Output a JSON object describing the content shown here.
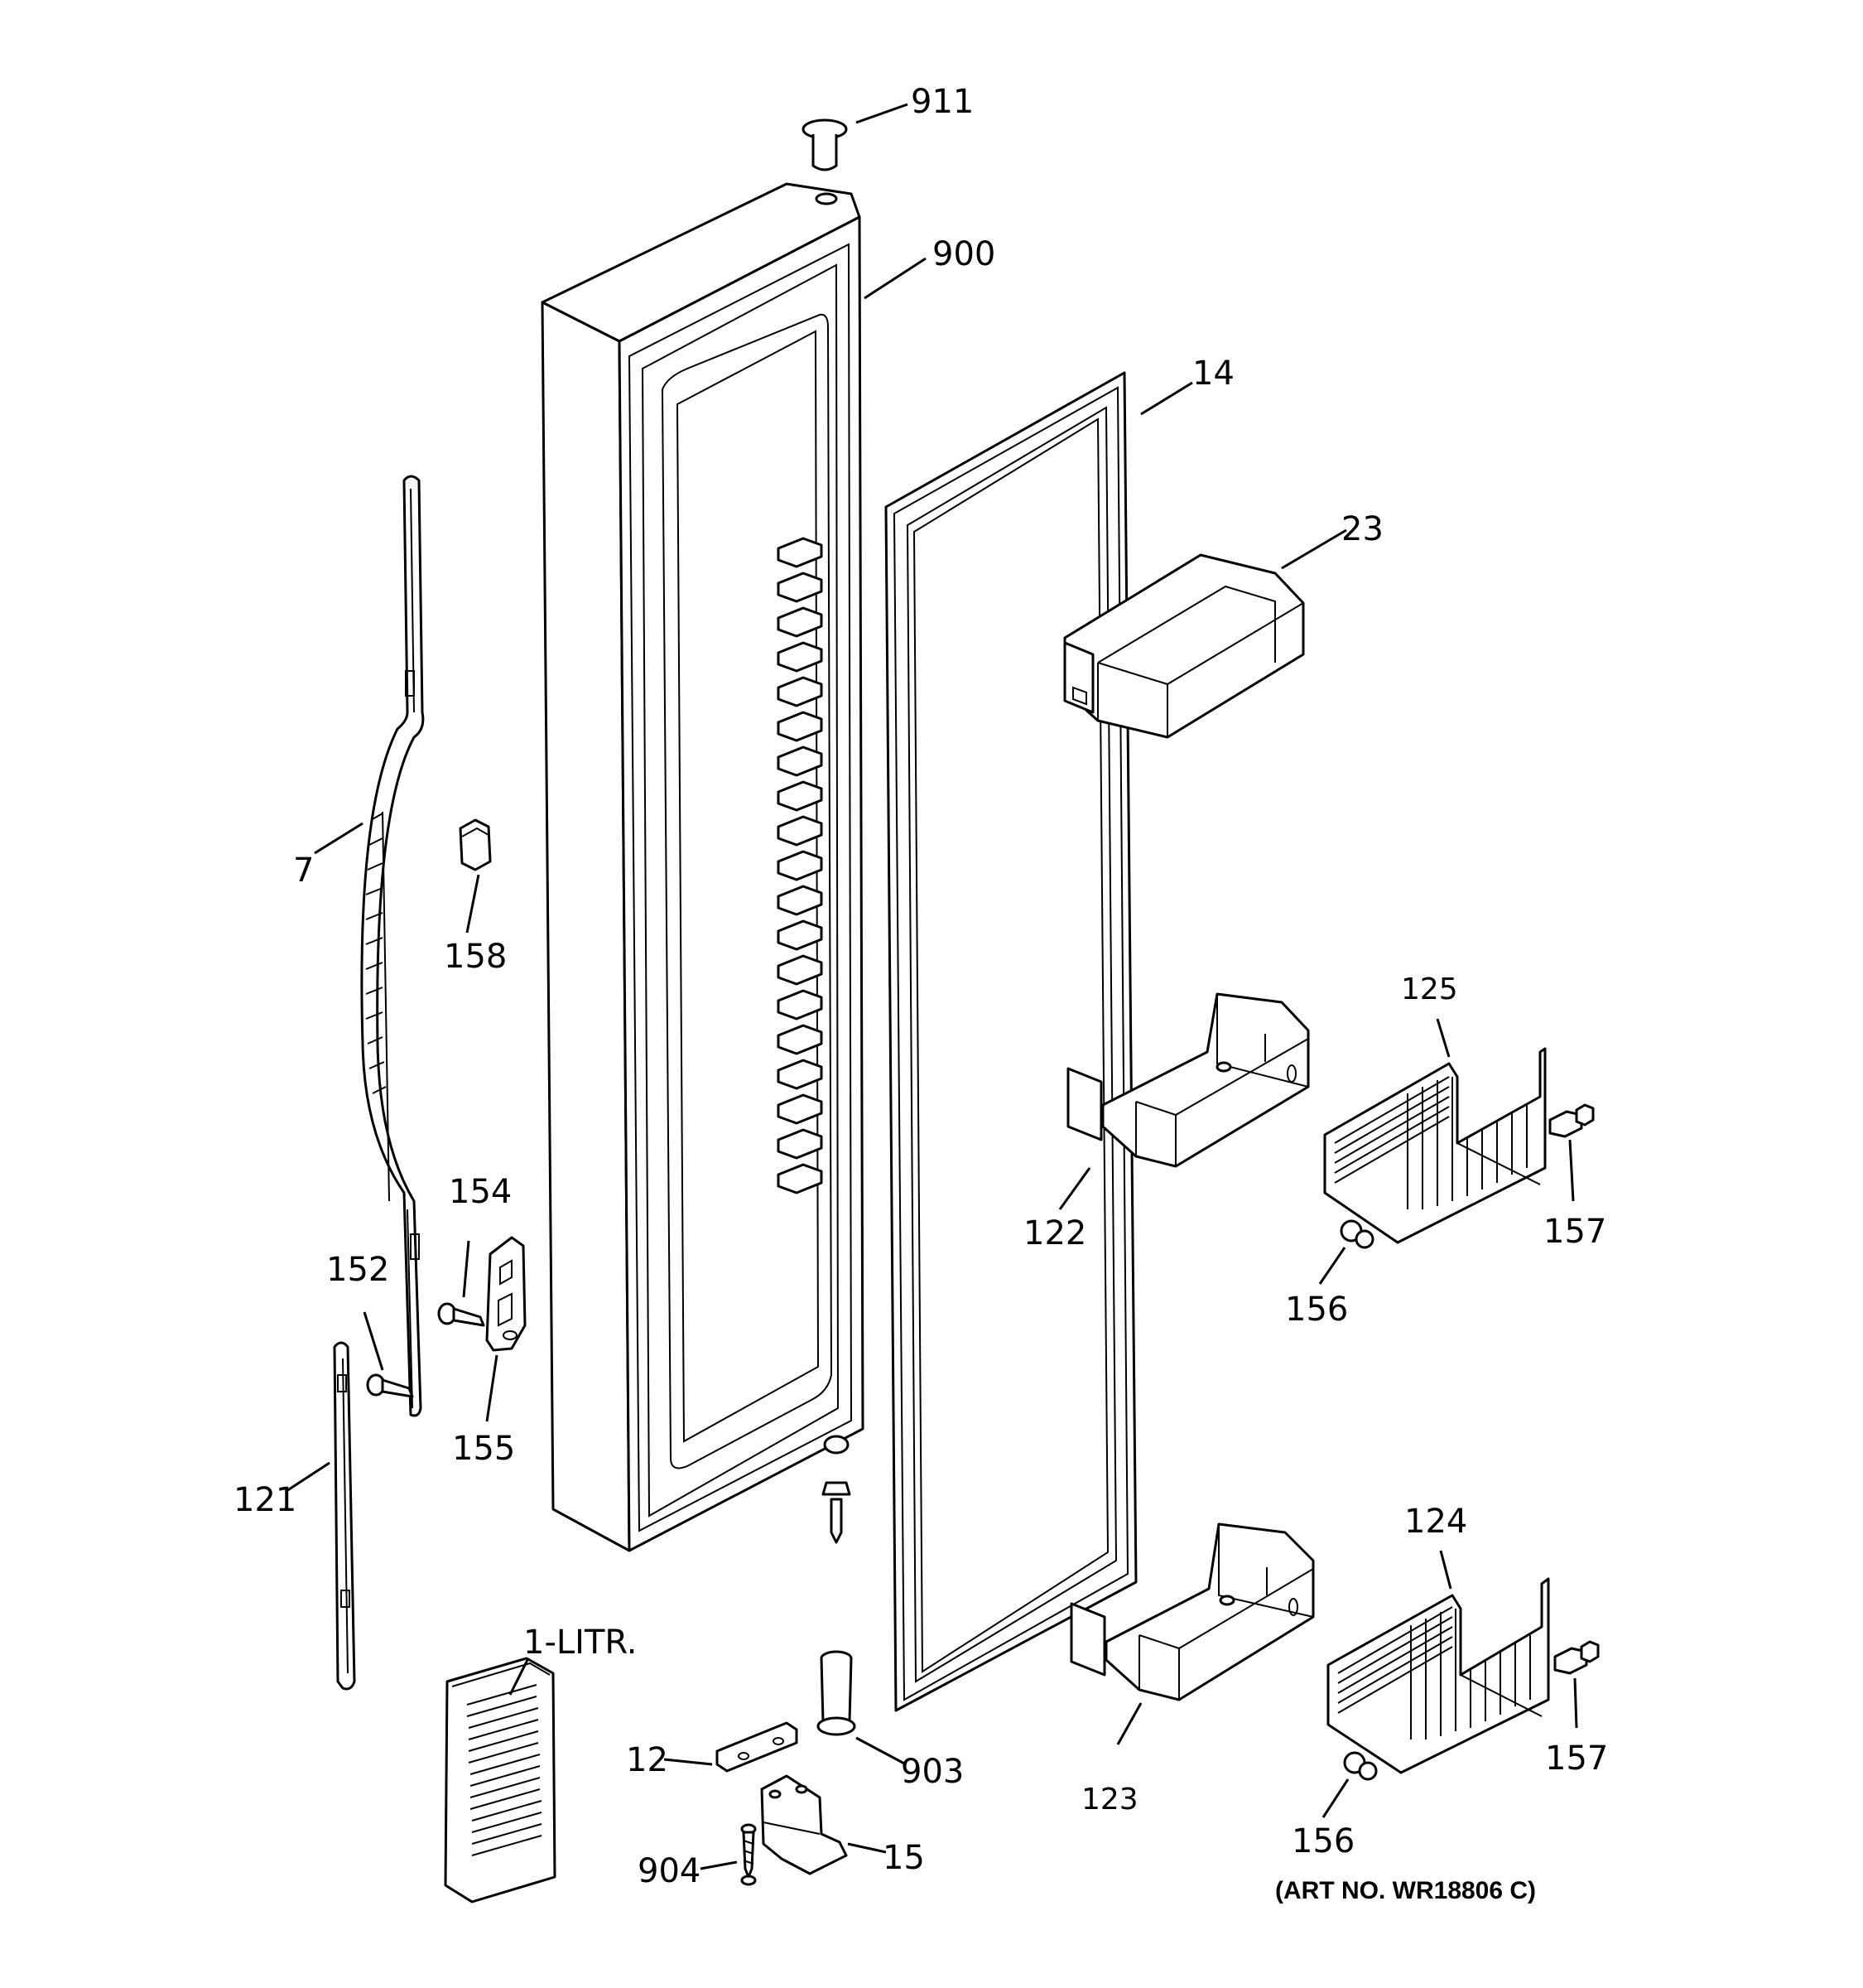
{
  "labels": {
    "p911": "911",
    "p900": "900",
    "p14": "14",
    "p23": "23",
    "p7": "7",
    "p158": "158",
    "p125": "125",
    "p122": "122",
    "p157a": "157",
    "p156a": "156",
    "p154": "154",
    "p152": "152",
    "p155": "155",
    "p121": "121",
    "p1litr": "1-LITR.",
    "p124": "124",
    "p12": "12",
    "p903": "903",
    "p123": "123",
    "p157b": "157",
    "p156b": "156",
    "p904": "904",
    "p15": "15"
  },
  "art_number": "(ART NO. WR18806 C)"
}
